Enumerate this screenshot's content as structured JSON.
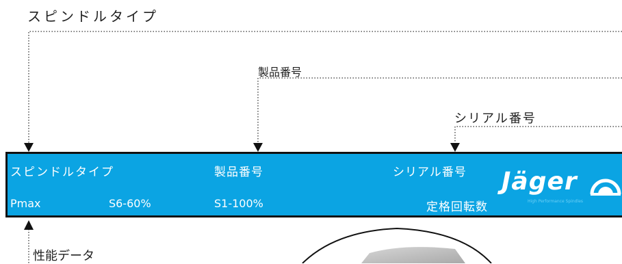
{
  "callouts": {
    "spindle_type": "スピンドルタイプ",
    "product_number": "製品番号",
    "serial_number": "シリアル番号",
    "performance_data": "性能データ"
  },
  "nameplate": {
    "background_color": "#0ba4e3",
    "row1": {
      "spindle_type": "スピンドルタイプ",
      "product_number": "製品番号",
      "serial_number": "シリアル番号"
    },
    "row2": {
      "pmax": "Pmax",
      "s6": "S6-60%",
      "s1": "S1-100%",
      "rated_speed": "定格回転数"
    },
    "logo": {
      "word": "Jäger",
      "tagline": "High Performance Spindles",
      "icon": "jager-arc-icon"
    }
  }
}
